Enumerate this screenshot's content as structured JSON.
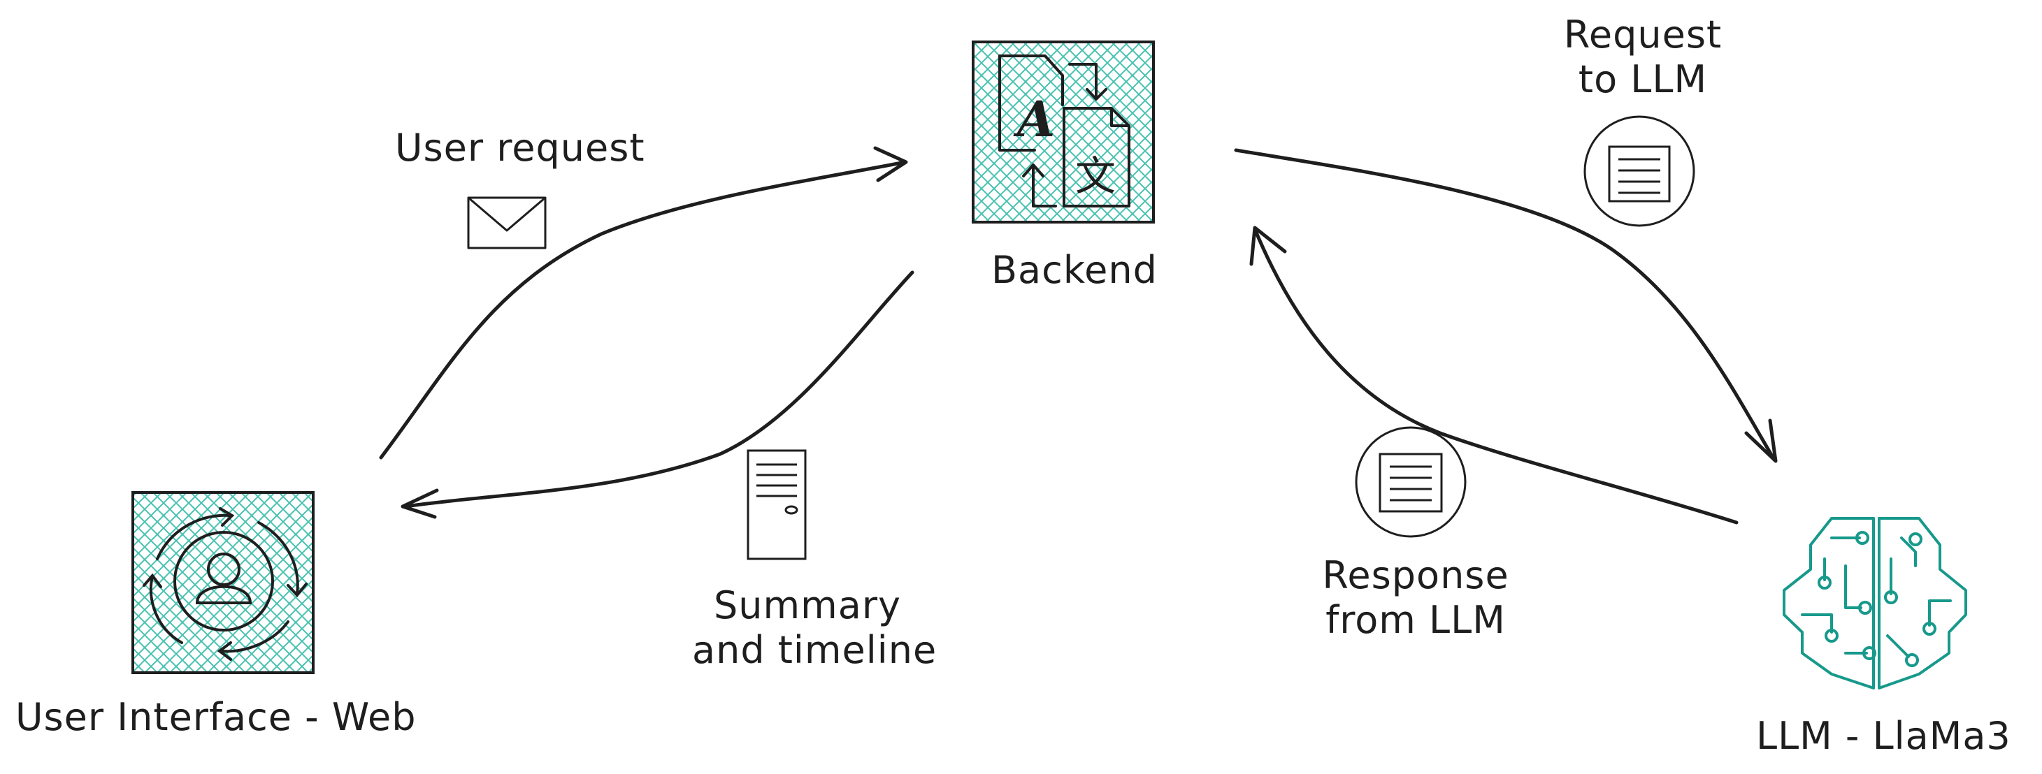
{
  "nodes": {
    "ui_web": {
      "label": "User Interface - Web",
      "icon": "user-circle-refresh-icon"
    },
    "backend": {
      "label": "Backend",
      "icon": "translate-documents-icon"
    },
    "llm": {
      "label": "LLM - LlaMa3",
      "icon": "brain-circuit-icon"
    }
  },
  "edges": {
    "user_request": {
      "label": "User request",
      "icon": "envelope-icon"
    },
    "summary_timeline": {
      "label_line1": "Summary",
      "label_line2": "and timeline",
      "icon": "server-tower-icon"
    },
    "request_to_llm": {
      "label_line1": "Request",
      "label_line2": "to LLM",
      "icon": "document-circle-icon"
    },
    "response_from_llm": {
      "label_line1": "Response",
      "label_line2": "from LLM",
      "icon": "document-circle-icon"
    }
  },
  "colors": {
    "stroke": "#1e1e1e",
    "fill_teal": "#48c2b0",
    "llm_teal": "#17998b",
    "background": "#ffffff"
  }
}
